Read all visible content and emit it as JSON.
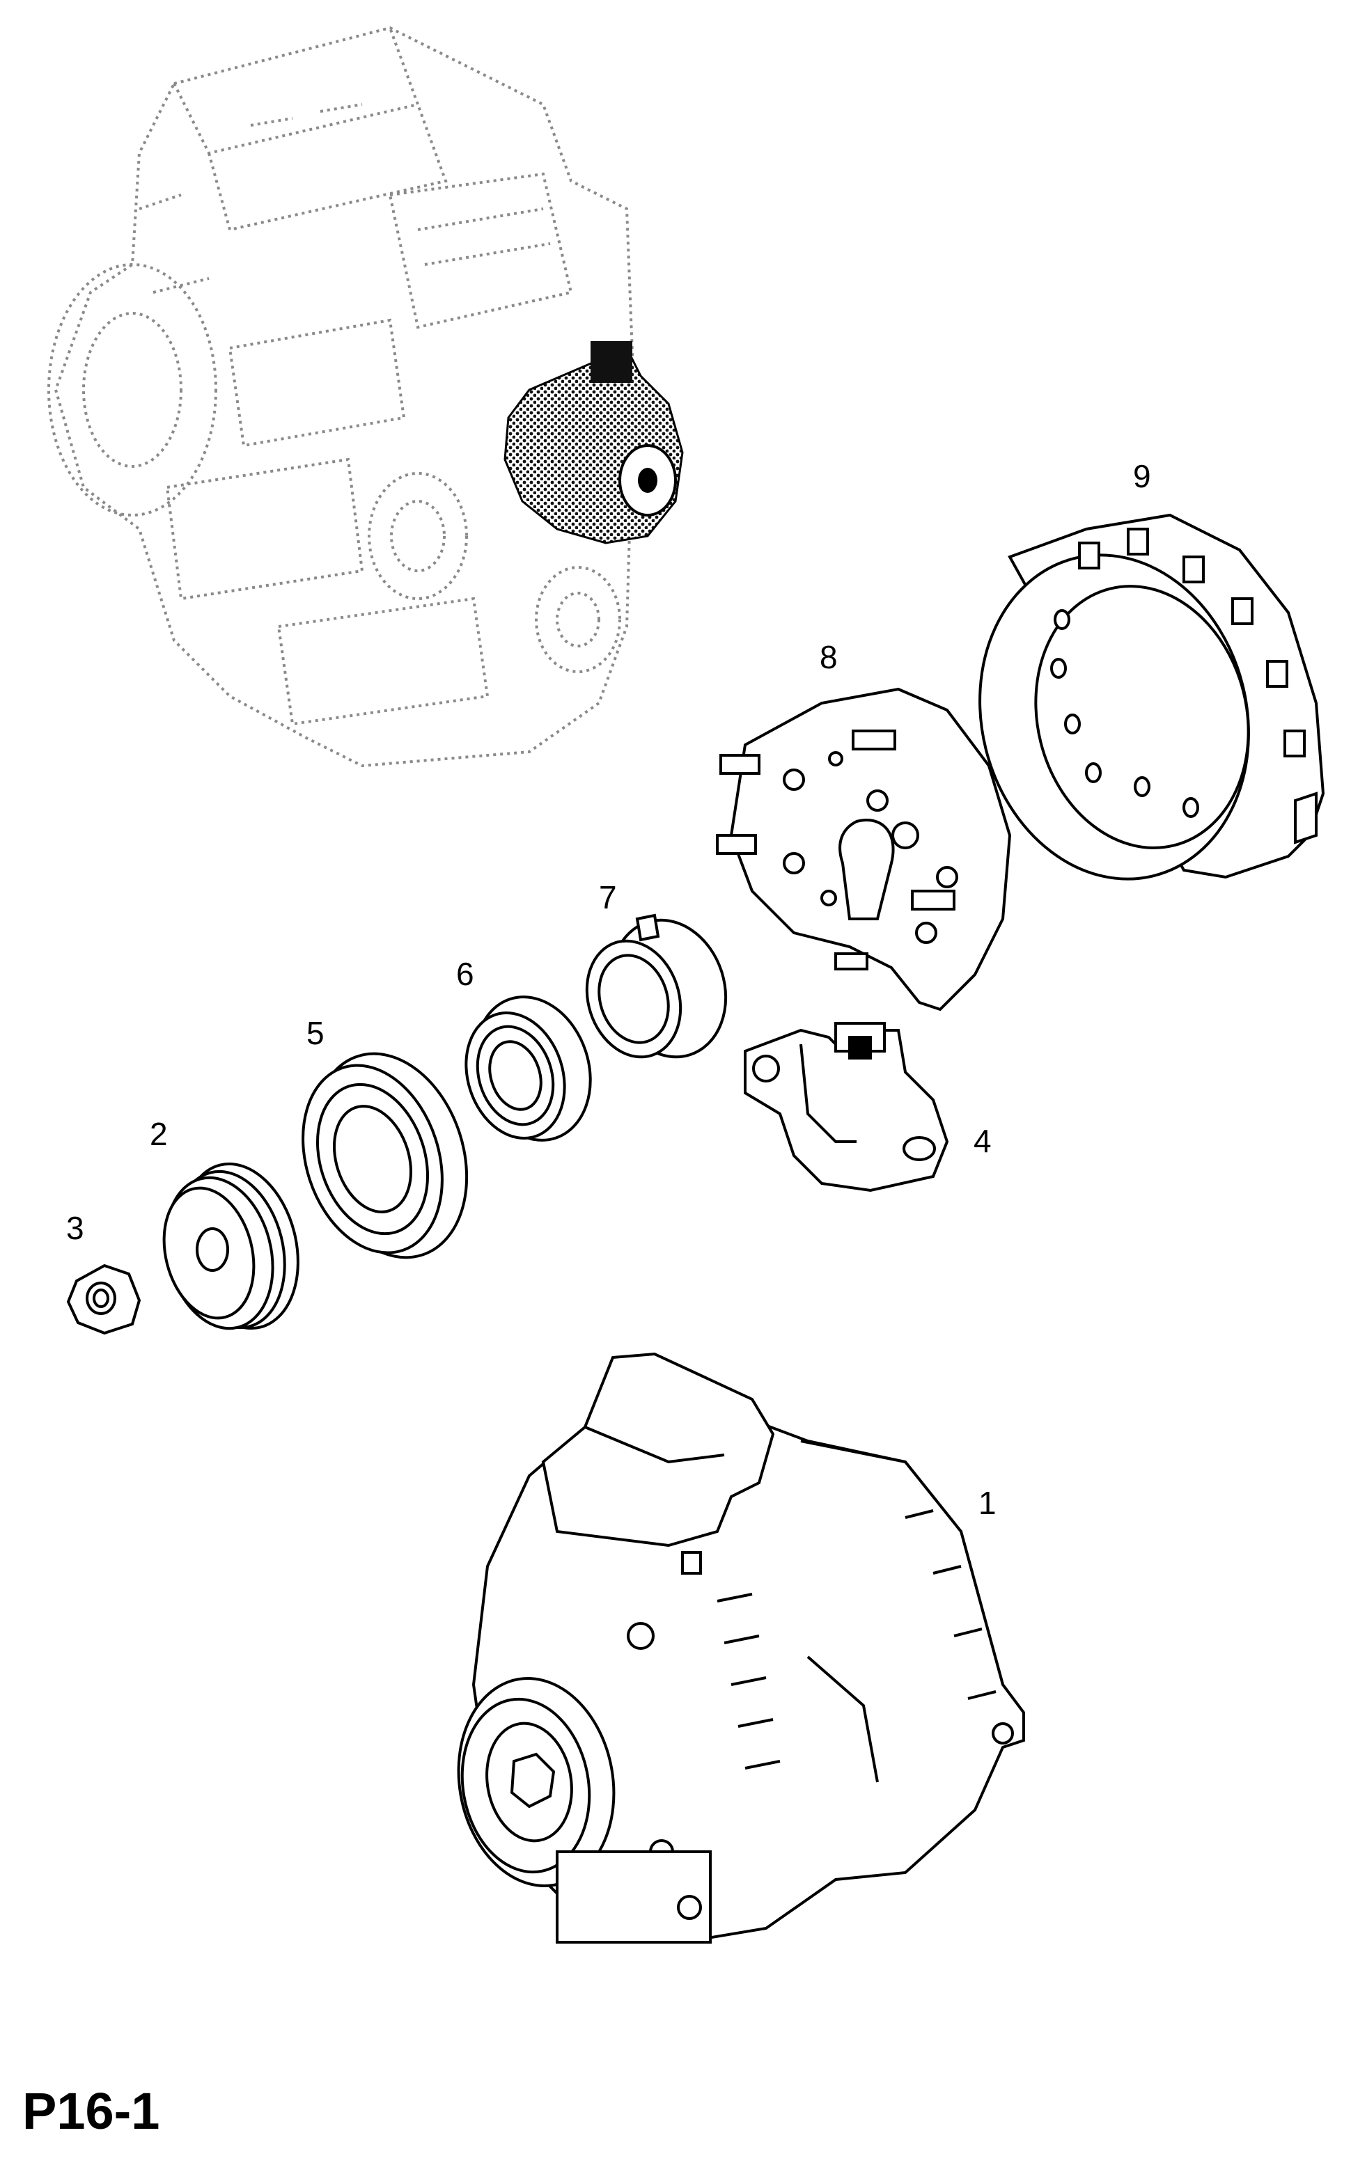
{
  "page_id": "P16-1",
  "callouts": [
    "1",
    "2",
    "3",
    "4",
    "5",
    "6",
    "7",
    "8",
    "9"
  ],
  "colors": {
    "line": "#000000",
    "background": "#ffffff",
    "ghost": "#8a8a8a"
  }
}
